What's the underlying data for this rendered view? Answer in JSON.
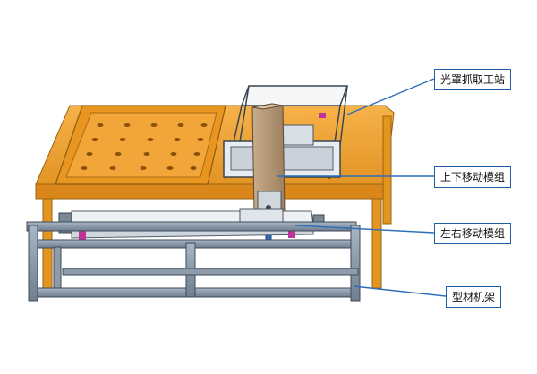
{
  "labels": {
    "gripper_station": "光罩抓取工站",
    "vertical_module": "上下移动模组",
    "horizontal_module": "左右移动模组",
    "profile_frame": "型材机架"
  },
  "colors": {
    "table_orange": "#f0a030",
    "table_dark_orange": "#c97a10",
    "frame_steel": "#8fa0b0",
    "frame_dark": "#4a5866",
    "rail_white": "#e9ecef",
    "column_tan": "#b59a7a",
    "gripper_frame": "#cfd6dd",
    "leader_blue": "#2d6fb8",
    "accent_magenta": "#c0329a"
  }
}
